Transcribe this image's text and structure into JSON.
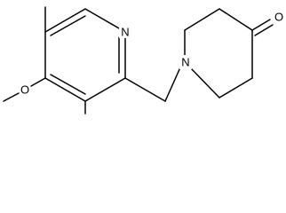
{
  "molecule": {
    "atoms": {
      "ring_nitrogen": "N",
      "piperidine_nitrogen": "N",
      "methoxy_oxygen": "O",
      "carbonyl_oxygen": "O"
    }
  },
  "colors": {
    "bond": "#000000",
    "label": "#000000",
    "background": "#ffffff"
  }
}
